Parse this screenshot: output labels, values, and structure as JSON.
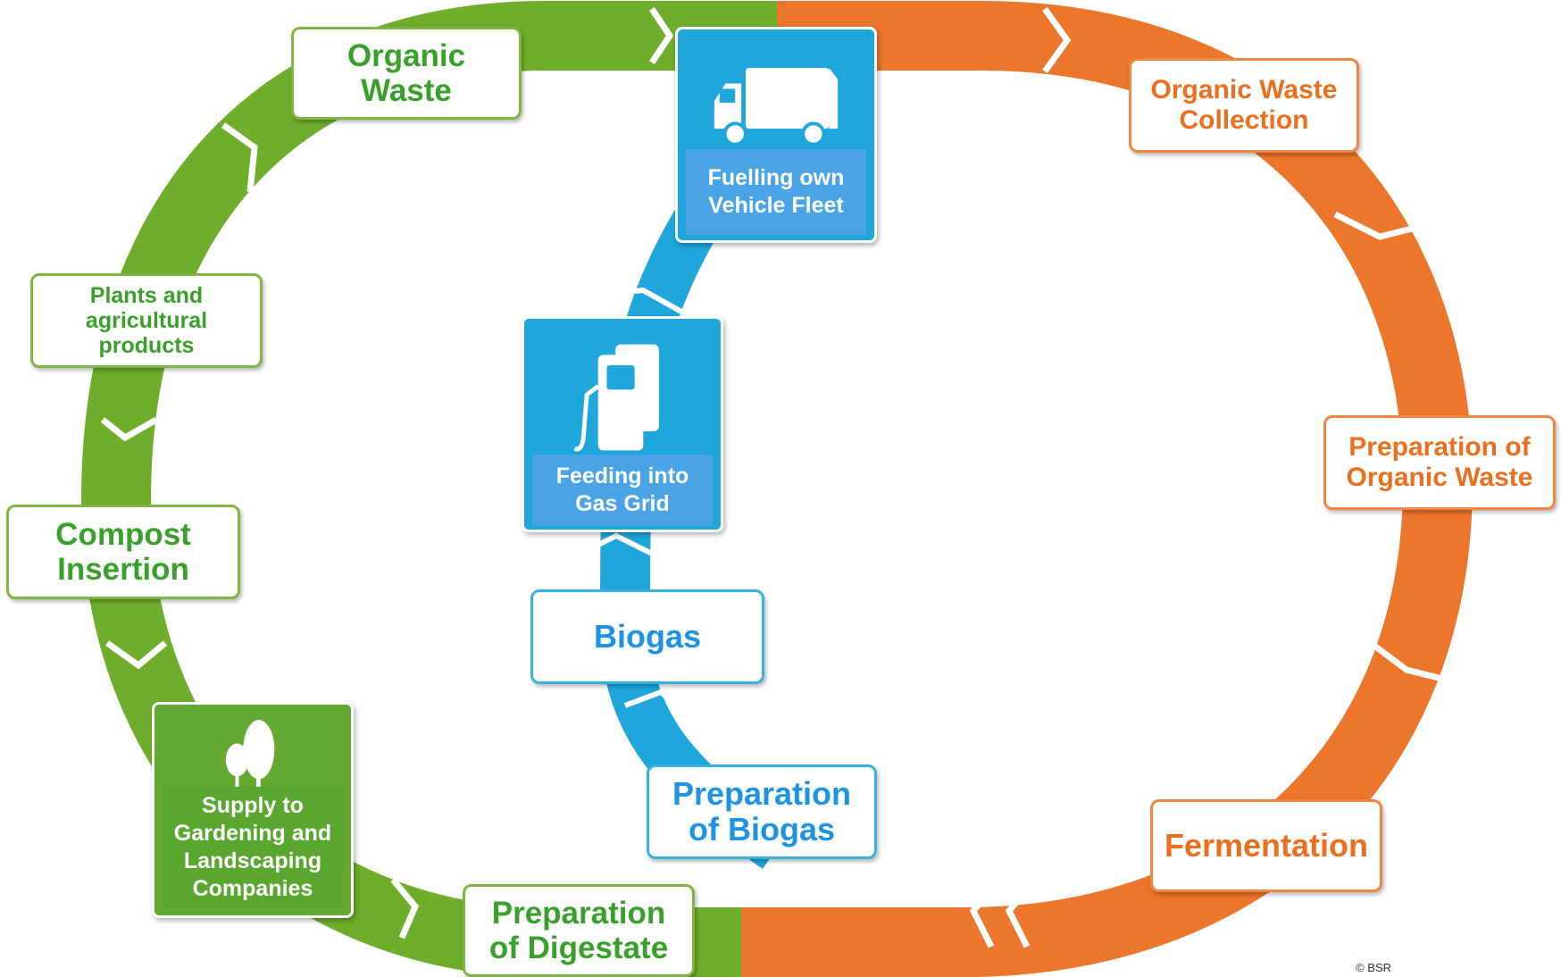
{
  "colors": {
    "green_cycle": "#6fae2c",
    "orange_cycle": "#ec762b",
    "blue_cycle": "#1fa7dc"
  },
  "nodes": {
    "organic_waste": [
      "Organic",
      "Waste"
    ],
    "organic_waste_collection": [
      "Organic Waste",
      "Collection"
    ],
    "preparation_of_organic_waste": [
      "Preparation of",
      "Organic Waste"
    ],
    "fermentation": [
      "Fermentation"
    ],
    "preparation_of_digestate": [
      "Preparation",
      "of Digestate"
    ],
    "compost_insertion": [
      "Compost",
      "Insertion"
    ],
    "plants_and_agricultural_products": [
      "Plants  and",
      "agricultural",
      "products"
    ],
    "preparation_of_biogas": [
      "Preparation",
      "of Biogas"
    ],
    "biogas": [
      "Biogas"
    ]
  },
  "tiles": {
    "fuelling_own_vehicle_fleet": {
      "icon": "truck-icon",
      "lines": [
        "Fuelling own",
        "Vehicle Fleet"
      ]
    },
    "feeding_into_gas_grid": {
      "icon": "fuel-pump-icon",
      "lines": [
        "Feeding into",
        "Gas Grid"
      ]
    },
    "supply_to_gardening": {
      "icon": "trees-icon",
      "lines": [
        "Supply to",
        "Gardening and",
        "Landscaping",
        "Companies"
      ]
    }
  },
  "copyright": "© BSR"
}
